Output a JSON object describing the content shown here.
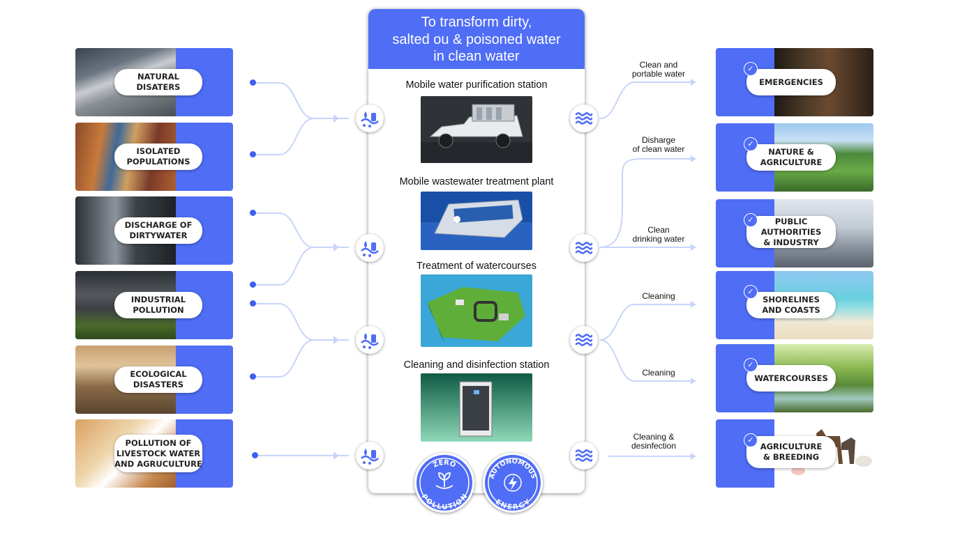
{
  "header": {
    "title": "To transform dirty,\nsalted ou & poisoned water\nin clean water"
  },
  "sources": [
    {
      "label": "NATURAL\nDISATERS",
      "icon": "flood-debris-photo"
    },
    {
      "label": "ISOLATED\nPOPULATIONS",
      "icon": "people-photo"
    },
    {
      "label": "DISCHARGE OF\nDIRTYWATER",
      "icon": "dirty-water-photo"
    },
    {
      "label": "INDUSTRIAL\nPOLLUTION",
      "icon": "factory-smoke-photo"
    },
    {
      "label": "ECOLOGICAL\nDISASTERS",
      "icon": "gas-mask-photo"
    },
    {
      "label": "POLLUTION OF\nLIVESTOCK WATER\nAND AGRUCULTURE",
      "icon": "chicken-photo"
    }
  ],
  "solutions": [
    {
      "title": "Mobile water purification station",
      "icon": "pickup-truck-photo"
    },
    {
      "title": "Mobile wastewater treatment plant",
      "icon": "floating-plant-photo"
    },
    {
      "title": "Treatment of watercourses",
      "icon": "island-map-photo"
    },
    {
      "title": "Cleaning and disinfection station",
      "icon": "cabinet-unit-photo"
    }
  ],
  "flows": [
    {
      "label": "Clean and\nportable water"
    },
    {
      "label": "Disharge\nof clean water"
    },
    {
      "label": "Clean\ndrinking water"
    },
    {
      "label": "Cleaning"
    },
    {
      "label": "Cleaning"
    },
    {
      "label": "Cleaning &\ndesinfection"
    }
  ],
  "uses": [
    {
      "label": "EMERGENCIES",
      "icon": "child-drinking-photo"
    },
    {
      "label": "NATURE &\nAGRICULTURE",
      "icon": "landscape-photo"
    },
    {
      "label": "PUBLIC AUTHORITIES\n& INDUSTRY",
      "icon": "refinery-photo"
    },
    {
      "label": "SHORELINES\nAND COASTS",
      "icon": "beach-photo"
    },
    {
      "label": "WATERCOURSES",
      "icon": "forest-stream-photo"
    },
    {
      "label": "AGRICULTURE\n& BREEDING",
      "icon": "farm-animals-photo"
    }
  ],
  "badges": [
    {
      "label": "ZERO POLLUTION",
      "text_top": "ZÉRO",
      "text_bottom": "POLLUTION",
      "icon": "leaf-hand-icon"
    },
    {
      "label": "AUTONOMOUS ENERGY",
      "text_top": "AUTONOMOUS",
      "text_bottom": "ENERGY",
      "icon": "lightning-icon"
    }
  ],
  "colors": {
    "accent": "#4f6df5",
    "connector": "#c8d4fb",
    "dot": "#3f5ff0"
  }
}
